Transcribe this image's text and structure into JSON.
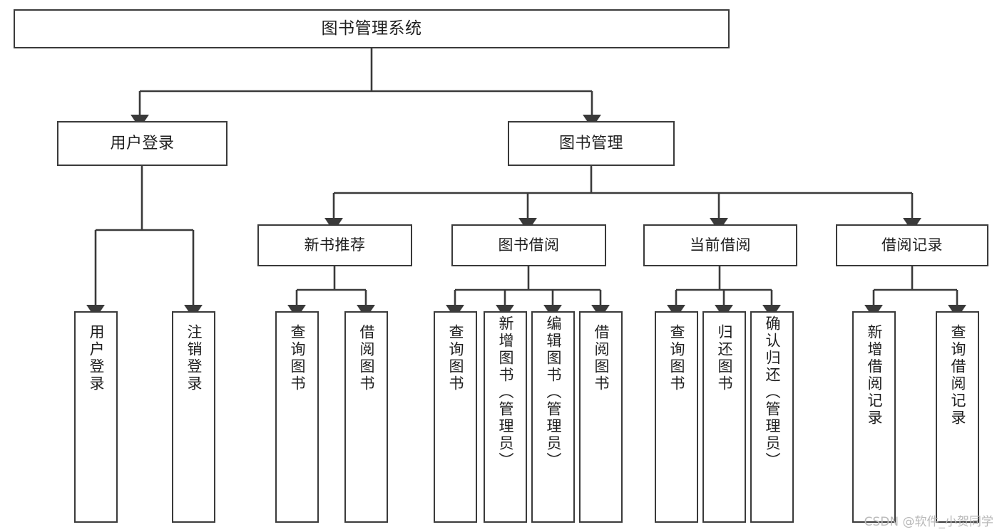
{
  "diagram": {
    "title": "图书管理系统",
    "watermark": "CSDN @软件_小贺同学",
    "root": {
      "label": "图书管理系统"
    },
    "level2": [
      {
        "label": "用户登录"
      },
      {
        "label": "图书管理"
      }
    ],
    "level3": [
      {
        "label": "新书推荐"
      },
      {
        "label": "图书借阅"
      },
      {
        "label": "当前借阅"
      },
      {
        "label": "借阅记录"
      }
    ],
    "leaves": {
      "user_login": [
        {
          "label": "用户登录"
        },
        {
          "label": "注销登录"
        }
      ],
      "new_book": [
        {
          "label": "查询图书"
        },
        {
          "label": "借阅图书"
        }
      ],
      "book_borrow": [
        {
          "label": "查询图书"
        },
        {
          "label": "新增图书（管理员）"
        },
        {
          "label": "编辑图书（管理员）"
        },
        {
          "label": "借阅图书"
        }
      ],
      "current_borrow": [
        {
          "label": "查询图书"
        },
        {
          "label": "归还图书"
        },
        {
          "label": "确认归还（管理员）"
        }
      ],
      "borrow_record": [
        {
          "label": "新增借阅记录"
        },
        {
          "label": "查询借阅记录"
        }
      ]
    }
  },
  "colors": {
    "stroke": "#3a3a3a",
    "text": "#1f1f1f",
    "background": "#ffffff",
    "watermark": "#b9b9b9"
  }
}
